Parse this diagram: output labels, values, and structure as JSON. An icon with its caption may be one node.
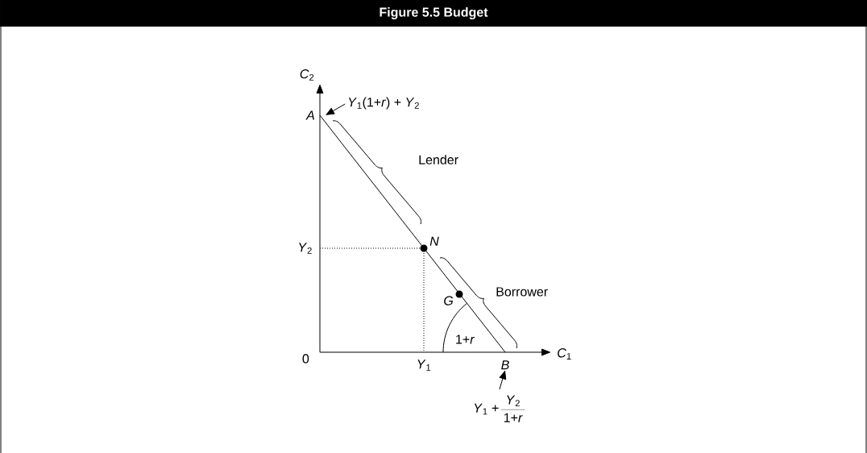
{
  "diagram": {
    "title": "Figure 5.5 Budget",
    "nodes": [
      {
        "text": [
          "*Y*$_{1}$(1+*r*) + *Y*$_{2}$"
        ]
      },
      {
        "text": [
          "A"
        ]
      },
      {
        "text": [
          "B"
        ]
      },
      {
        "text": [
          "*Y*$_{1}$ +",
          "*Y*$_{2}$",
          "1+*r*"
        ]
      }
    ],
    "edges": [
      {
        "from": 0,
        "to": 1,
        "arrow": "to"
      },
      {
        "from": 3,
        "to": 2,
        "arrow": "to"
      }
    ],
    "labels": [
      "*C*$_{2}$",
      "Lender",
      "*Y*$_{2}$",
      "N",
      "G",
      "Borrower",
      "1+*r*",
      "0",
      "*Y*$_{1}$",
      "*C*$_{1}$"
    ]
  }
}
